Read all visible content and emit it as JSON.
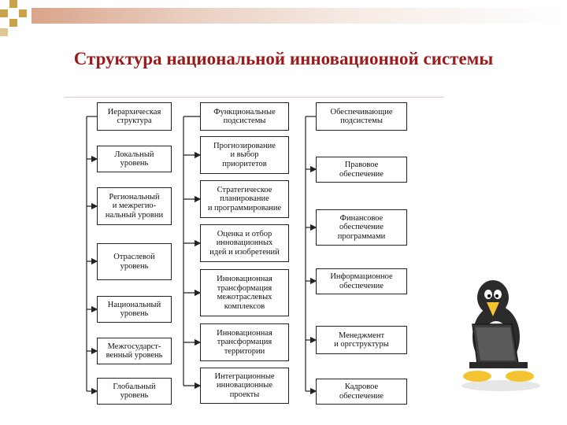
{
  "title": "Структура национальной инновационной системы",
  "columns": {
    "hierarchical": {
      "header": "Иерархическая\nструктура",
      "items": [
        "Локальный\nуровень",
        "Региональный\nи межрегио-\nнальный уровни",
        "Отраслевой\nуровень",
        "Национальный\nуровень",
        "Межгосударст-\nвенный уровень",
        "Глобальный\nуровень"
      ]
    },
    "functional": {
      "header": "Функциональные\nподсистемы",
      "items": [
        "Прогнозирование\nи выбор\nприоритетов",
        "Стратегическое\nпланирование\nи программирование",
        "Оценка и отбор\nинновационных\nидей и изобретений",
        "Инновационная\nтрансформация\nмежотраслевых\nкомплексов",
        "Инновационная\nтрансформация\nтерритории",
        "Интеграционные\nинновационные\nпроекты"
      ]
    },
    "supporting": {
      "header": "Обеспечивающие\nподсистемы",
      "items": [
        "Правовое\nобеспечение",
        "Финансовое\nобеспечение\nпрограммами",
        "Информационное\nобеспечение",
        "Менеджмент\nи оргструктуры",
        "Кадровое\nобеспечение"
      ]
    }
  },
  "colors": {
    "title": "#9b1b1b",
    "accent_square": "#c9a24a",
    "lines": "#222222"
  },
  "decoration": {
    "mascot": "penguin-with-laptop-icon"
  }
}
